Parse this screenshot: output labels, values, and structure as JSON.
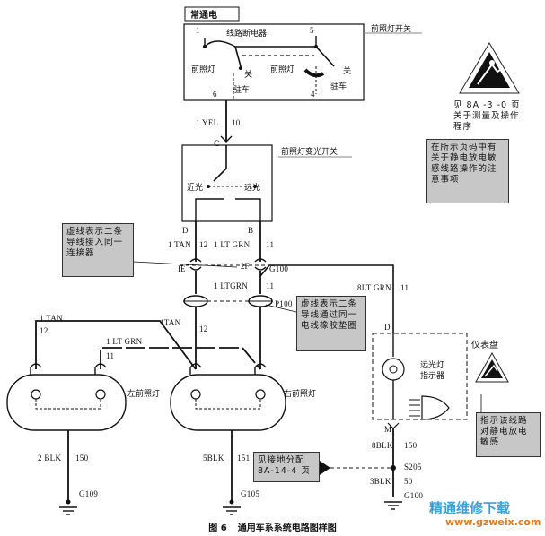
{
  "power": {
    "label": "常通电"
  },
  "top_switch": {
    "title": "前照灯开关",
    "breaker": "线路断电器",
    "left_lamp": "前照灯",
    "right_lamp": "前照灯",
    "off_left": "关",
    "off_right": "关",
    "park_left": "驻车",
    "park_right": "驻车",
    "pins": [
      "1",
      "5",
      "6",
      "4"
    ]
  },
  "wire_yel": {
    "name": "1 YEL",
    "num": "10"
  },
  "dimmer": {
    "title": "前照灯变光开关",
    "c": "C",
    "low": "近光",
    "high": "远光",
    "d": "D",
    "b": "B"
  },
  "wire_tan_12": {
    "name": "1 TAN",
    "num": "12"
  },
  "wire_ltgrn_11": {
    "name": "1 LT GRN",
    "num": "11"
  },
  "connector": {
    "e": "E",
    "f": "F",
    "g100": "G100",
    "ie": "IE",
    "two_f": "2F"
  },
  "wire_ltgrn2": {
    "name": "1 LTGRN",
    "num": "11"
  },
  "p100": "P100",
  "wire_tan_mid": {
    "name": "1TAN",
    "num": "12"
  },
  "wire_tan_left": {
    "name": "1 TAN",
    "num": "12"
  },
  "wire_ltgrn_left": {
    "name": "1 LT GRN",
    "num": "11"
  },
  "wire_8lt": {
    "name": "8LT GRN",
    "num": "11"
  },
  "lamps": {
    "left": "左前照灯",
    "right": "右前照灯"
  },
  "indicator": {
    "title": "远光灯指示器",
    "d": "D",
    "m": "M",
    "panel": "仪表盘"
  },
  "notes": {
    "dash_two": "虚线表示二条导线接入同一连接器",
    "dash_grommet": "虚线表示二条导线通过同一电线橡胶垫圈",
    "esd_page": "在所示页码中有关于静电放电敏感线路操作的注意事项",
    "esd_ref": "见 8A -3 -0 页关于测量及操作程序",
    "esd_panel": "指示该线路对静电放电敏感",
    "ground_ref": "见接地分配 8A-14-4 页"
  },
  "grounds": {
    "left_wire": "2 BLK",
    "left_num": "150",
    "left_g": "G109",
    "right_wire": "5BLK",
    "right_num": "151",
    "right_g": "G105",
    "ind_wire": "8BLK",
    "ind_num": "150",
    "splice": "S205",
    "bot_wire": "3BLK",
    "bot_num": "50",
    "bot_g": "G100"
  },
  "caption": {
    "fig": "图 6",
    "text": "通用车系系统电路图样图"
  },
  "watermark": {
    "cn": "精通维修下载",
    "url": "www.gzweix.com"
  }
}
